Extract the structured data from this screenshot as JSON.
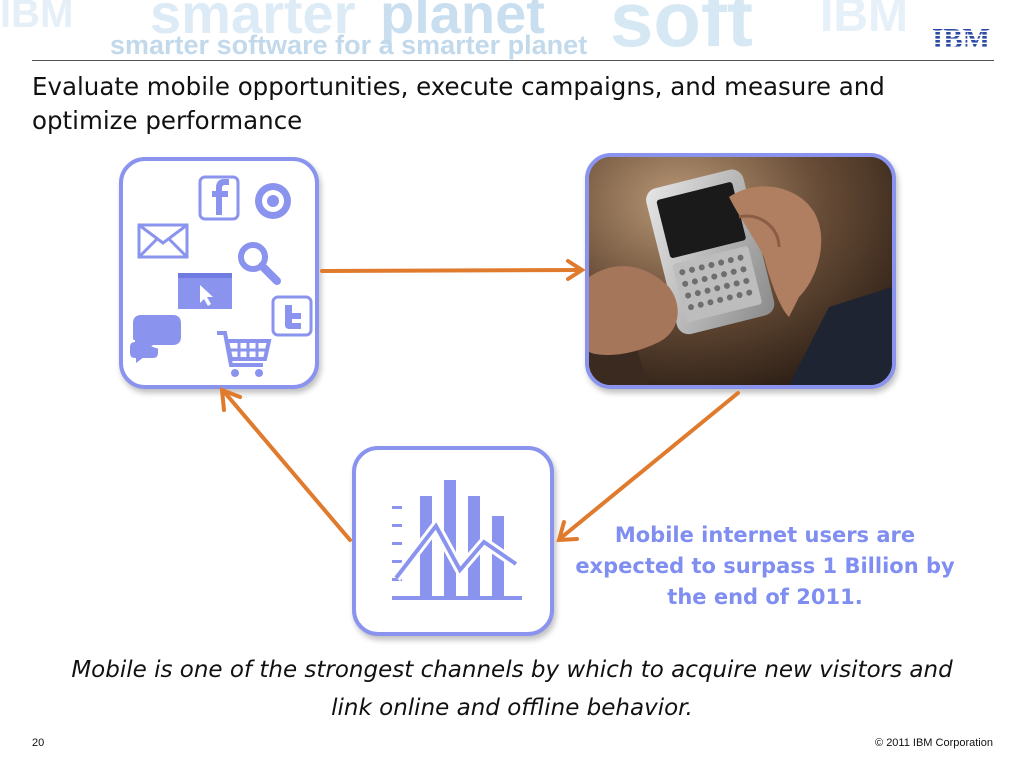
{
  "header": {
    "watermark": [
      "smarter",
      "planet",
      "soft",
      "smarter software for a smarter planet",
      "IBM",
      "IBM"
    ],
    "logo_text": "IBM"
  },
  "slide": {
    "title": "Evaluate mobile opportunities, execute campaigns, and measure and optimize performance",
    "callout": "Mobile internet users are expected to surpass 1 Billion by the end of 2011.",
    "tagline": "Mobile is one of the strongest channels by which to acquire new visitors and link online and offline behavior."
  },
  "footer": {
    "page_number": "20",
    "copyright": "© 2011 IBM Corporation"
  },
  "icons": [
    "facebook-icon",
    "target-icon",
    "email-icon",
    "search-icon",
    "web-cursor-icon",
    "twitter-icon",
    "chat-icon",
    "shopping-cart-icon",
    "bar-chart-icon",
    "smartphone-photo"
  ],
  "colors": {
    "accent": "#8a94ee",
    "callout": "#7f8ef0",
    "arrow": "#e07a2c",
    "logo": "#2b4aa6"
  }
}
